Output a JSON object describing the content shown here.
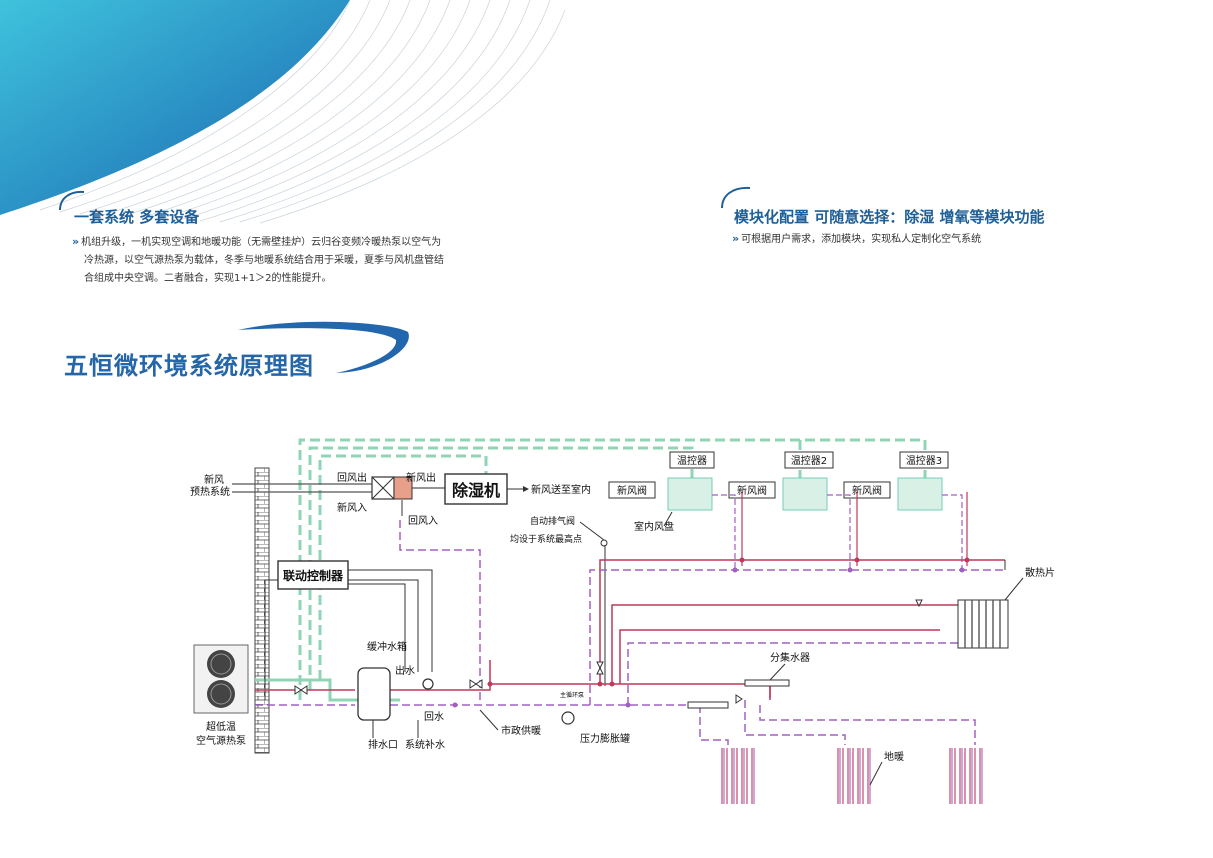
{
  "section1": {
    "title": "一套系统 多套设备",
    "lines": [
      "机组升级，一机实现空调和地暖功能（无需壁挂炉）云归谷变频冷暖热泵以空气为",
      "冷热源，以空气源热泵为载体，冬季与地暖系统结合用于采暖，夏季与风机盘管结",
      "合组成中央空调。二者融合，实现1+1＞2的性能提升。"
    ]
  },
  "section2": {
    "title": "模块化配置 可随意选择：除湿 增氧等模块功能",
    "lines": [
      "可根据用户需求，添加模块，实现私人定制化空气系统"
    ]
  },
  "main_title": "五恒微环境系统原理图",
  "diagram": {
    "fresh_air_preheat": [
      "新风",
      "预热系统"
    ],
    "return_air_out": "回风出",
    "fresh_air_out": "新风出",
    "dehumidifier": "除湿机",
    "fresh_air_to_room": "新风送至室内",
    "fresh_air_in": "新风入",
    "return_air_in": "回风入",
    "thermostat1": "温控器",
    "thermostat2": "温控器2",
    "thermostat3": "温控器3",
    "fresh_air_valve": "新风阀",
    "auto_vent_valve": "自动排气阀",
    "vent_note": "均设于系统最高点",
    "indoor_fan_coil": "室内风盘",
    "linkage_controller": "联动控制器",
    "radiator": "散热片",
    "buffer_tank": "缓冲水箱",
    "water_out": "出水",
    "water_return": "回水",
    "drain_port": "排水口",
    "system_makeup": "系统补水",
    "municipal_heating": "市政供暖",
    "expansion_tank": "压力膨胀罐",
    "manifold": "分集水器",
    "floor_heating": "地暖",
    "heat_pump": [
      "超低温",
      "空气源热泵"
    ],
    "pump_label": "主循环泵"
  },
  "colors": {
    "accent": "#1f5f97",
    "supply": "#c0395a",
    "return": "#a060c0",
    "air": "#8fd4b4",
    "control": "#333333"
  }
}
